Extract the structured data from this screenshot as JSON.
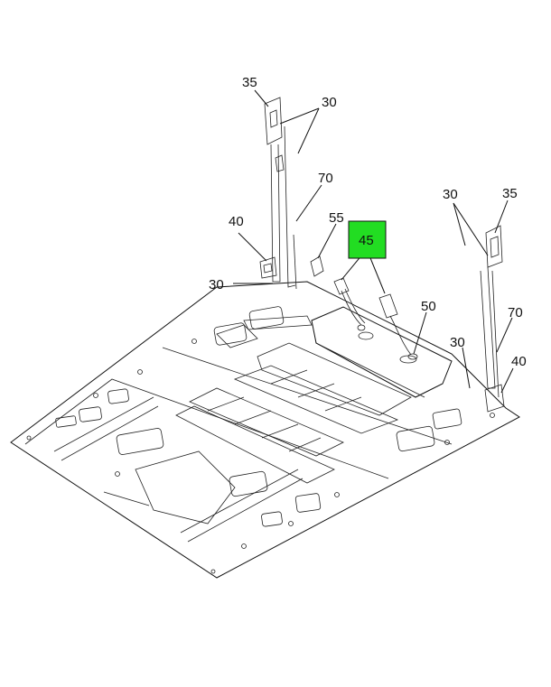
{
  "callouts": {
    "left_35": "35",
    "left_30_top": "30",
    "left_70": "70",
    "left_40": "40",
    "left_30_bottom": "30",
    "center_55": "55",
    "center_45": "45",
    "center_50": "50",
    "right_30_top": "30",
    "right_35": "35",
    "right_70": "70",
    "right_30_bottom": "30",
    "right_40": "40"
  },
  "colors": {
    "highlight": "#22dd22",
    "lines": "#111111",
    "background": "#ffffff"
  }
}
